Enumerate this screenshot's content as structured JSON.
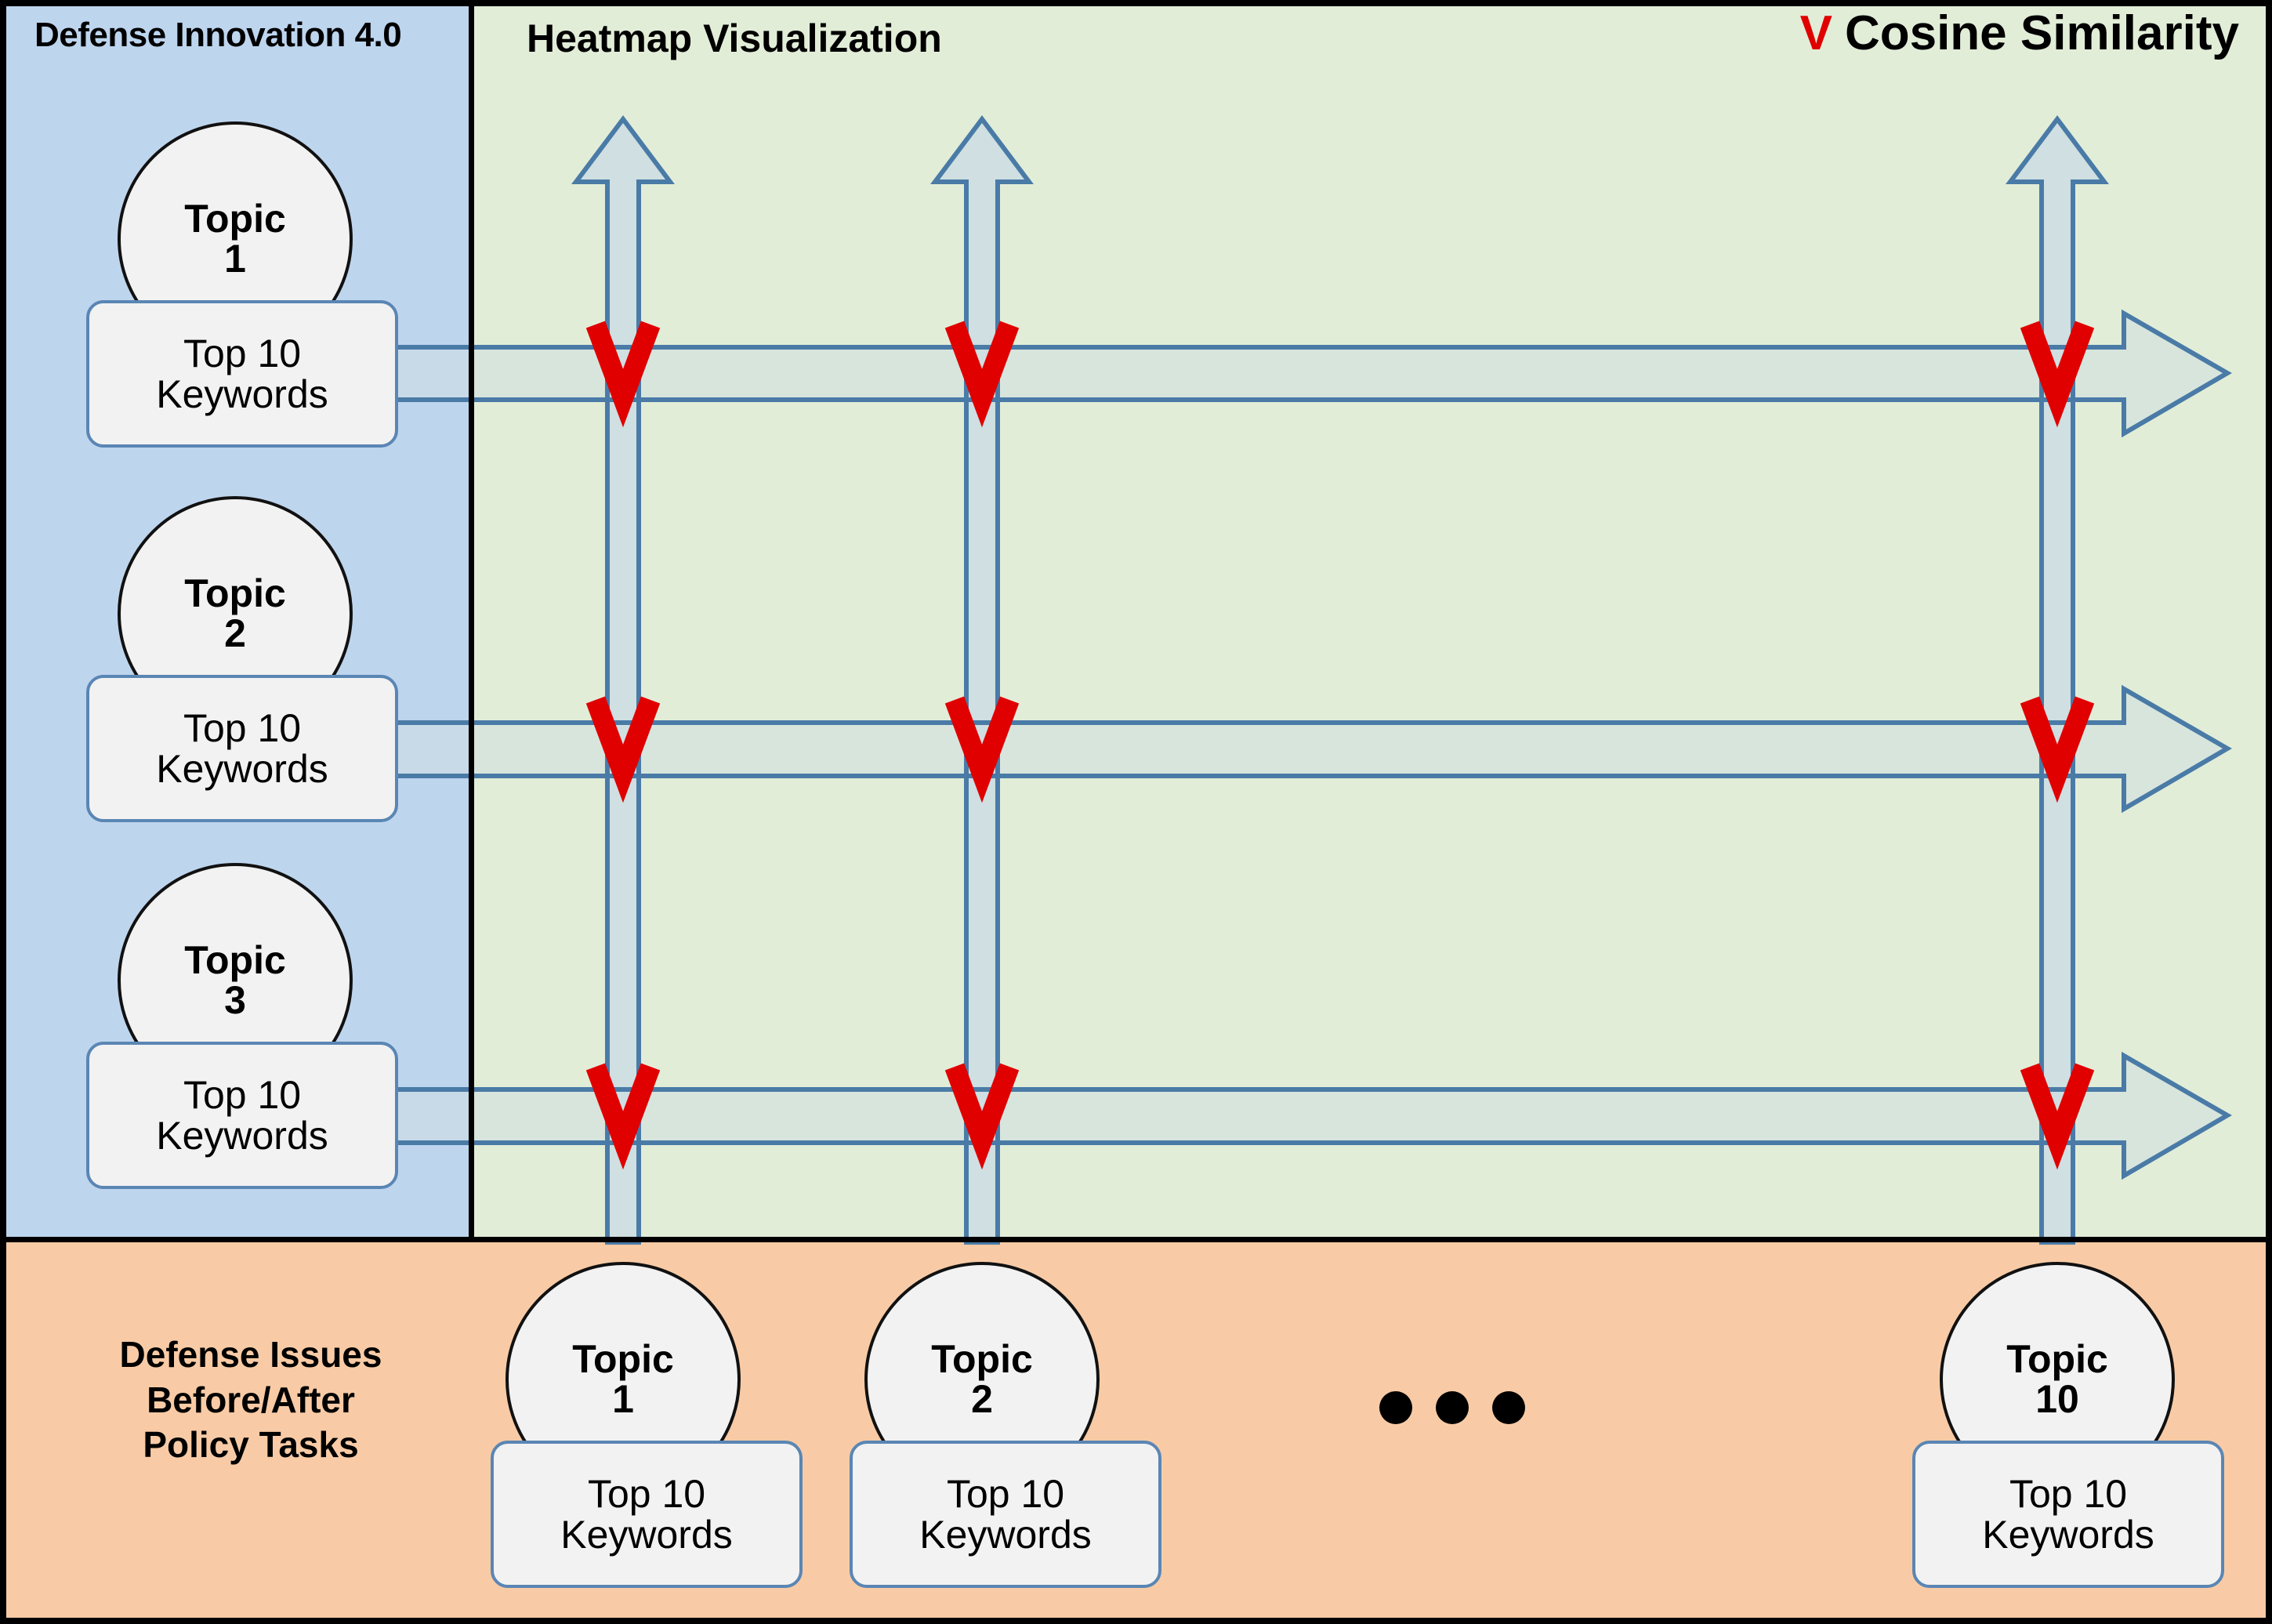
{
  "figure": {
    "type": "diagram",
    "description": "Cosine-similarity heatmap comparison framework between Defense Innovation 4.0 topics and Defense Issues topics"
  },
  "colors": {
    "panel_blue": "#BED5EE",
    "panel_green": "#E2EDD8",
    "panel_orange": "#F8CBA6",
    "arrow_fill": "#CFDFE2",
    "arrow_stroke": "#4A7BA7",
    "v_marker_red": "#E00000",
    "node_fill": "#F2F2F2",
    "node_stroke": "#111111",
    "box_stroke": "#5A86B4"
  },
  "panels": {
    "left": {
      "title": "Defense Innovation 4.0"
    },
    "center": {
      "title": "Heatmap Visualization"
    },
    "bottom": {
      "title": "Defense Issues\nBefore/After\nPolicy Tasks",
      "title_lines": [
        "Defense Issues",
        "Before/After",
        "Policy Tasks"
      ]
    }
  },
  "legend": {
    "marker": "V",
    "label": "Cosine Similarity"
  },
  "keywords_label_lines": [
    "Top 10",
    "Keywords"
  ],
  "rows": [
    {
      "id": "row-1",
      "topic_label": "Topic",
      "topic_number": "1",
      "keywords_line1": "Top 10",
      "keywords_line2": "Keywords"
    },
    {
      "id": "row-2",
      "topic_label": "Topic",
      "topic_number": "2",
      "keywords_line1": "Top 10",
      "keywords_line2": "Keywords"
    },
    {
      "id": "row-3",
      "topic_label": "Topic",
      "topic_number": "3",
      "keywords_line1": "Top 10",
      "keywords_line2": "Keywords"
    }
  ],
  "columns": [
    {
      "id": "col-1",
      "topic_label": "Topic",
      "topic_number": "1",
      "keywords_line1": "Top 10",
      "keywords_line2": "Keywords"
    },
    {
      "id": "col-2",
      "topic_label": "Topic",
      "topic_number": "2",
      "keywords_line1": "Top 10",
      "keywords_line2": "Keywords"
    },
    {
      "id": "col-3",
      "topic_label": "Topic",
      "topic_number": "10",
      "keywords_line1": "Top 10",
      "keywords_line2": "Keywords"
    }
  ],
  "ellipsis": {
    "dots": 3,
    "meaning": "additional topics 3 through 9 omitted"
  },
  "intersections": {
    "marker": "V",
    "count": 9,
    "meaning": "cosine similarity computed at each row x column crossing"
  }
}
